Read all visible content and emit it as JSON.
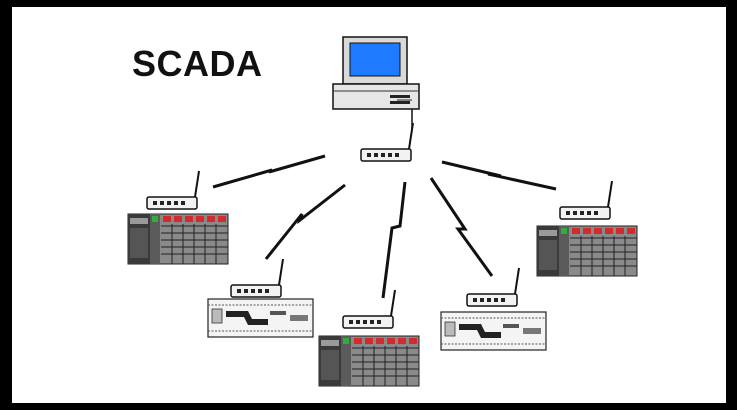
{
  "diagram": {
    "title": "SCADA",
    "nodes": [
      {
        "id": "master-station",
        "kind": "computer"
      },
      {
        "id": "central-radio",
        "kind": "radio-modem"
      },
      {
        "id": "rtu-far-left",
        "kind": "plc-rack"
      },
      {
        "id": "rtu-left",
        "kind": "plc-compact"
      },
      {
        "id": "rtu-center",
        "kind": "plc-rack"
      },
      {
        "id": "rtu-right",
        "kind": "plc-compact"
      },
      {
        "id": "rtu-far-right",
        "kind": "plc-rack"
      }
    ],
    "links": [
      {
        "from": "central-radio",
        "to": "rtu-far-left",
        "medium": "radio"
      },
      {
        "from": "central-radio",
        "to": "rtu-left",
        "medium": "radio"
      },
      {
        "from": "central-radio",
        "to": "rtu-center",
        "medium": "radio"
      },
      {
        "from": "central-radio",
        "to": "rtu-right",
        "medium": "radio"
      },
      {
        "from": "central-radio",
        "to": "rtu-far-right",
        "medium": "radio"
      },
      {
        "from": "master-station",
        "to": "central-radio",
        "medium": "wired"
      }
    ],
    "colors": {
      "background": "#ffffff",
      "frame": "#000000",
      "screen": "#1e7bff",
      "computer_body": "#d9d9d9",
      "plc_dark": "#3a3a3a",
      "plc_red": "#d22b2b",
      "plc_green": "#2fae3a"
    }
  }
}
